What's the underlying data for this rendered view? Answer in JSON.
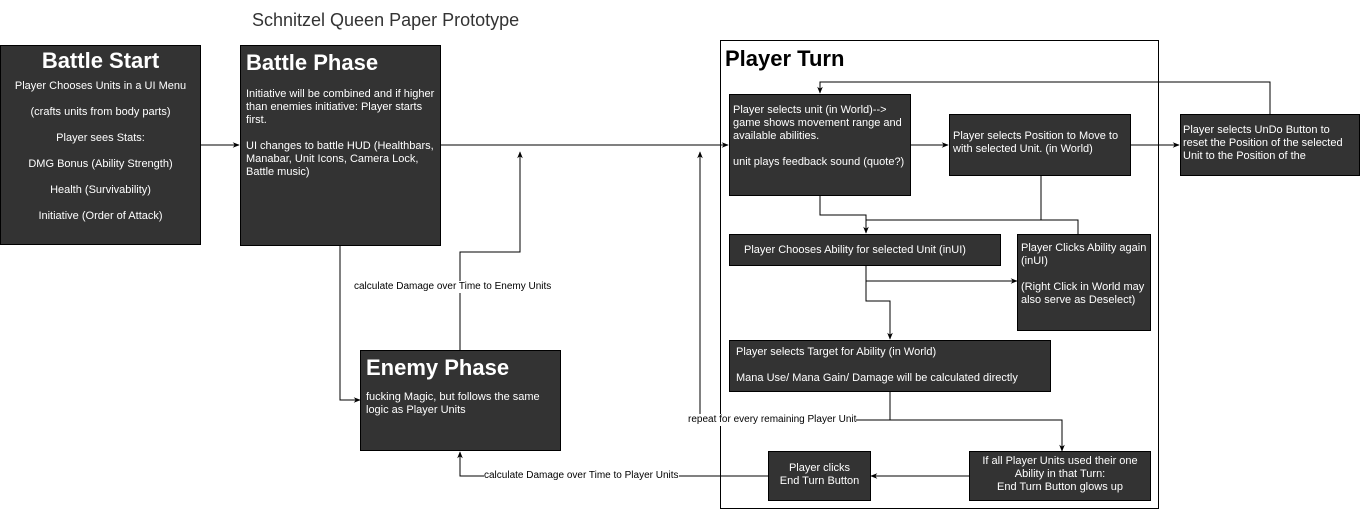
{
  "title": "Schnitzel Queen Paper Prototype",
  "player_turn": {
    "title": "Player Turn"
  },
  "battle_start": {
    "title": "Battle Start",
    "lines": [
      "Player Chooses Units in a UI Menu",
      "(crafts units from body parts)",
      "Player sees Stats:",
      "DMG Bonus (Ability Strength)",
      "Health (Survivability)",
      "Initiative (Order of Attack)"
    ]
  },
  "battle_phase": {
    "title": "Battle Phase",
    "lines": [
      "Initiative will be combined and if higher than enemies initiative: Player starts first.",
      "",
      "UI changes to battle HUD (Healthbars, Manabar, Unit Icons, Camera Lock, Battle music)"
    ]
  },
  "enemy_phase": {
    "title": "Enemy Phase",
    "lines": [
      "fucking Magic, but follows the same logic as Player Units"
    ]
  },
  "select_unit": {
    "lines": [
      "Player selects unit (in World)--> game shows movement range and available abilities.",
      "",
      "unit plays feedback sound (quote?)"
    ]
  },
  "select_position": {
    "lines": [
      "Player selects Position to Move to with selected Unit. (in World)"
    ]
  },
  "undo": {
    "lines": [
      "Player selects UnDo Button to reset the Position of the selected Unit to the Position of the"
    ]
  },
  "choose_ability": {
    "lines": [
      "Player Chooses Ability for selected Unit (inUI)"
    ]
  },
  "click_again": {
    "lines": [
      "Player Clicks Ability again (inUI)",
      "",
      "(Right Click in World may also serve as Deselect)"
    ]
  },
  "select_target": {
    "lines": [
      "Player selects Target for Ability (in World)",
      "",
      "Mana Use/ Mana Gain/ Damage will be calculated directly"
    ]
  },
  "all_used": {
    "lines": [
      "If all Player Units used their one Ability in that Turn:",
      "End Turn Button glows up"
    ]
  },
  "end_turn": {
    "lines": [
      "Player clicks",
      "End Turn Button"
    ]
  },
  "edges": {
    "dot_enemy": "calculate Damage over Time to Enemy Units",
    "dot_player": "calculate Damage over Time to Player Units",
    "repeat": "repeat for every remaining Player Unit"
  },
  "colors": {
    "box_fill": "#333333",
    "box_text": "#ffffff",
    "line": "#000000"
  }
}
